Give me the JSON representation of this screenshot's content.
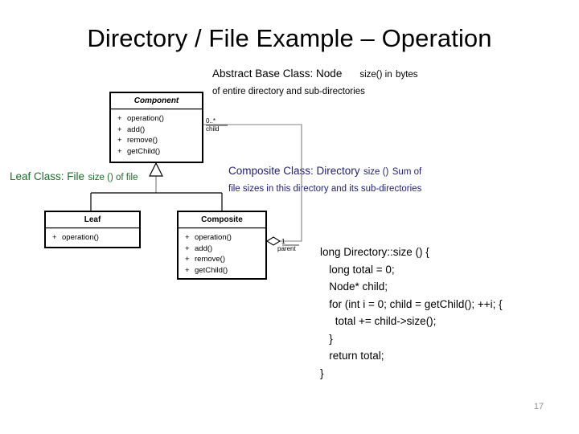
{
  "slide": {
    "title": "Directory / File Example – Operation",
    "page_number": "17"
  },
  "annotations": {
    "abstract": {
      "lead": "Abstract Base Class: Node",
      "body_part_1": "size() in",
      "body_part_2": "bytes of entire directory and sub-directories",
      "color": "#000000"
    },
    "leaf": {
      "lead": "Leaf Class: File",
      "body": "size () of file",
      "color": "#1C6B2B"
    },
    "composite": {
      "lead": "Composite Class: Directory",
      "body_inline": "size ()",
      "body": "Sum of file sizes in this directory and its sub-directories",
      "color": "#1F1F6E"
    }
  },
  "code": {
    "language": "cpp",
    "lines": [
      "long Directory::size () {",
      "   long total = 0;",
      "   Node* child;",
      "   for (int i = 0; child = getChild(); ++i; {",
      "     total += child->size();",
      "   }",
      "   return total;",
      "}"
    ]
  },
  "uml": {
    "boxes": [
      {
        "id": "component",
        "name": "Component",
        "abstract": true,
        "operations": [
          "operation()",
          "add()",
          "remove()",
          "getChild()"
        ]
      },
      {
        "id": "leaf",
        "name": "Leaf",
        "abstract": false,
        "operations": [
          "operation()"
        ]
      },
      {
        "id": "composite",
        "name": "Composite",
        "abstract": false,
        "operations": [
          "operation()",
          "add()",
          "remove()",
          "getChild()"
        ]
      }
    ],
    "edge_labels": {
      "child_multiplicity": "0..*",
      "child_role": "child",
      "parent_multiplicity": "1",
      "parent_role": "parent"
    },
    "relations": [
      {
        "type": "generalization",
        "from": "leaf",
        "to": "component"
      },
      {
        "type": "generalization",
        "from": "composite",
        "to": "component"
      },
      {
        "type": "aggregation",
        "from": "composite",
        "to": "component"
      }
    ]
  }
}
